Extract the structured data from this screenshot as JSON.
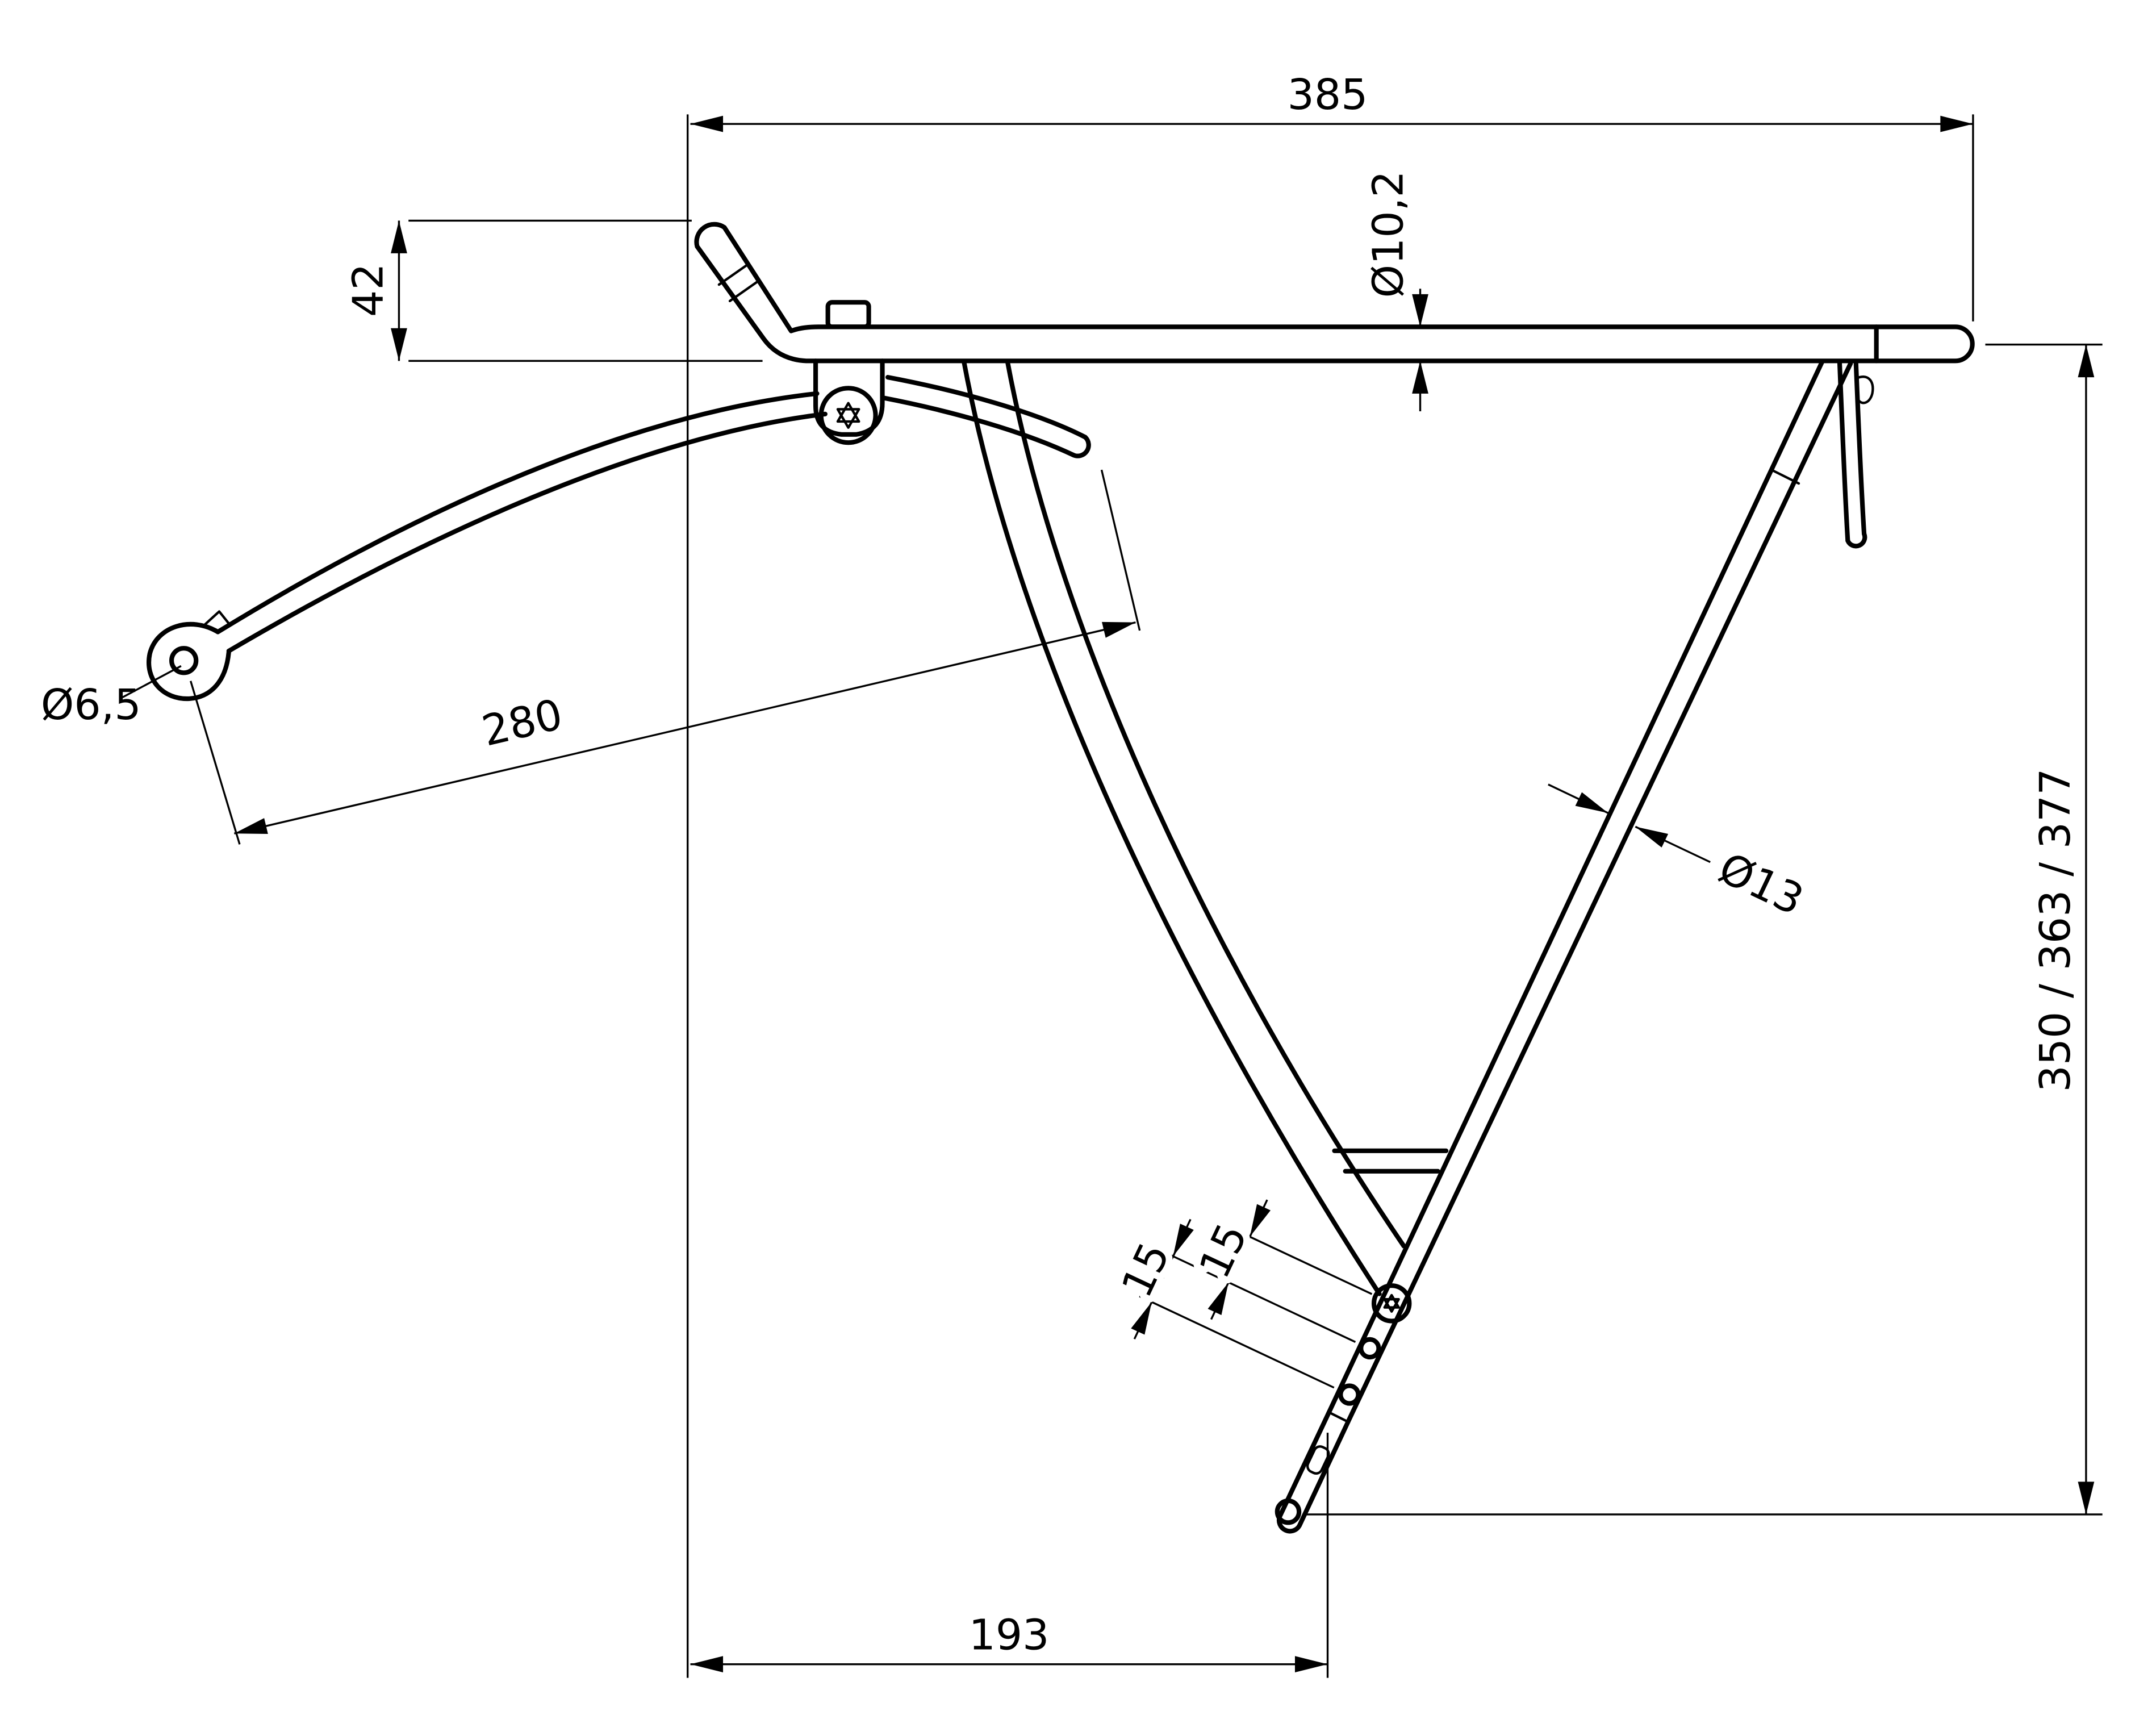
{
  "drawing": {
    "type": "technical-drawing",
    "subject": "bicycle rear pannier rack side view",
    "units": "mm",
    "line_color": "#000000",
    "background_color": "#ffffff",
    "labels": {
      "width_total": "385",
      "lip_height": "42",
      "platform_tube_diameter": "Ø10,2",
      "eyelet_hole_diameter": "Ø6,5",
      "stay_length": "280",
      "leg_tube_diameter": "Ø13",
      "mount_heights": "350 / 363 / 377",
      "hole_pitch_upper": "15",
      "hole_pitch_lower": "15",
      "leg_offset": "193"
    }
  }
}
